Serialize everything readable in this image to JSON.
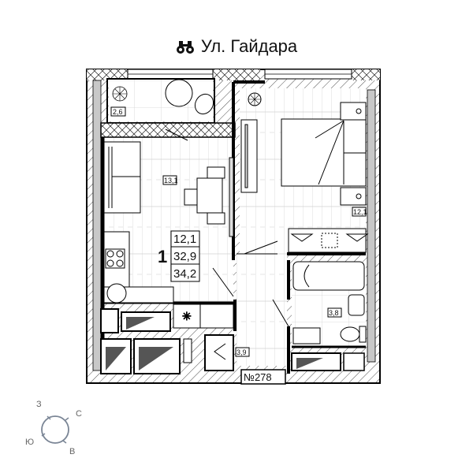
{
  "header": {
    "street_icon": "binoculars-icon",
    "street": "Ул. Гайдара"
  },
  "apartment": {
    "rooms": "1",
    "living_area": "12,1",
    "total_area": "32,9",
    "total_area_with_balcony": "34,2",
    "number": "№278"
  },
  "rooms": {
    "balcony": "2,6",
    "kitchen_living": "13,1",
    "bedroom": "12,1",
    "bathroom": "3,8",
    "hallway": "3,9"
  },
  "compass": {
    "north": "С",
    "east": "В",
    "south": "Ю",
    "west": "З"
  },
  "colors": {
    "wall": "#000000",
    "wall_fill": "#c8c8c8",
    "floor_line": "#cfcfcf",
    "compass": "#7a8595"
  }
}
